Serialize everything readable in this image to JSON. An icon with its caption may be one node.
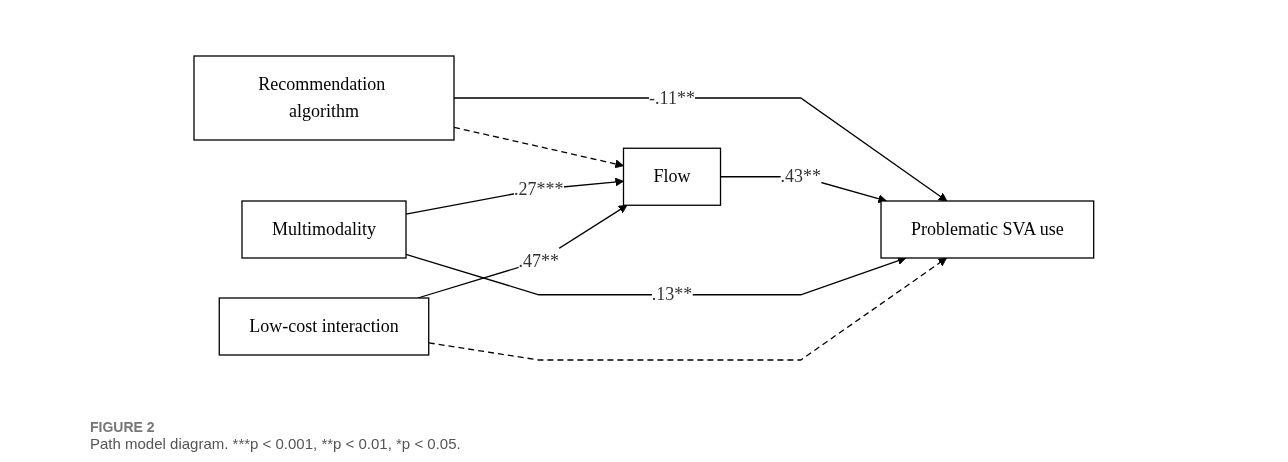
{
  "diagram": {
    "caption": "Path model diagram. ***p < 0.001, **p < 0.01, *p < 0.05.",
    "nodes": [
      {
        "text": [
          "Recommendation algorithm"
        ]
      },
      {
        "text": [
          "Multimodality"
        ]
      },
      {
        "text": [
          "Low-cost interaction"
        ]
      },
      {
        "text": [
          "Flow"
        ]
      },
      {
        "text": [
          "Problematic SVA use"
        ]
      }
    ],
    "edges": [
      {
        "from": 0,
        "to": 4,
        "arrow": "to",
        "label": "-.11**"
      },
      {
        "from": 0,
        "to": 3,
        "arrow": "to",
        "style": "dashed"
      },
      {
        "from": 1,
        "to": 3,
        "arrow": "to",
        "label": ".27***"
      },
      {
        "from": 3,
        "to": 4,
        "arrow": "to",
        "label": ".43**"
      },
      {
        "from": 1,
        "to": 4,
        "arrow": "to",
        "label": ".13**"
      },
      {
        "from": 2,
        "to": 3,
        "arrow": "to",
        "label": ".47**"
      },
      {
        "from": 2,
        "to": 4,
        "arrow": "to",
        "style": "dashed"
      }
    ],
    "labels": [
      "FIGURE 2"
    ]
  }
}
